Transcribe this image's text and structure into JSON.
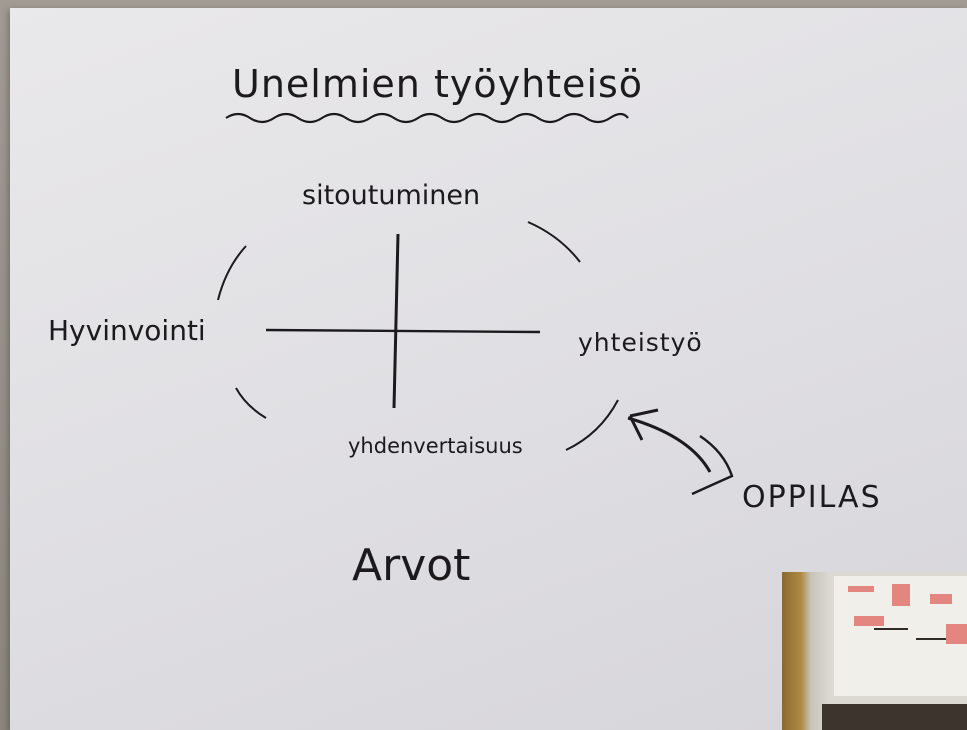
{
  "paper": {
    "title": "Unelmien työyhteisö",
    "quadrant_top": "sitoutuminen",
    "quadrant_left": "Hyvinvointi",
    "quadrant_right": "yhteistyö",
    "quadrant_bottom": "yhdenvertaisuus",
    "center_label": "Arvot",
    "student_label": "OPPILAS"
  },
  "colors": {
    "ink": "#1c1a1d",
    "paper": "#e4e3e7",
    "wall": "#8f8a82"
  }
}
